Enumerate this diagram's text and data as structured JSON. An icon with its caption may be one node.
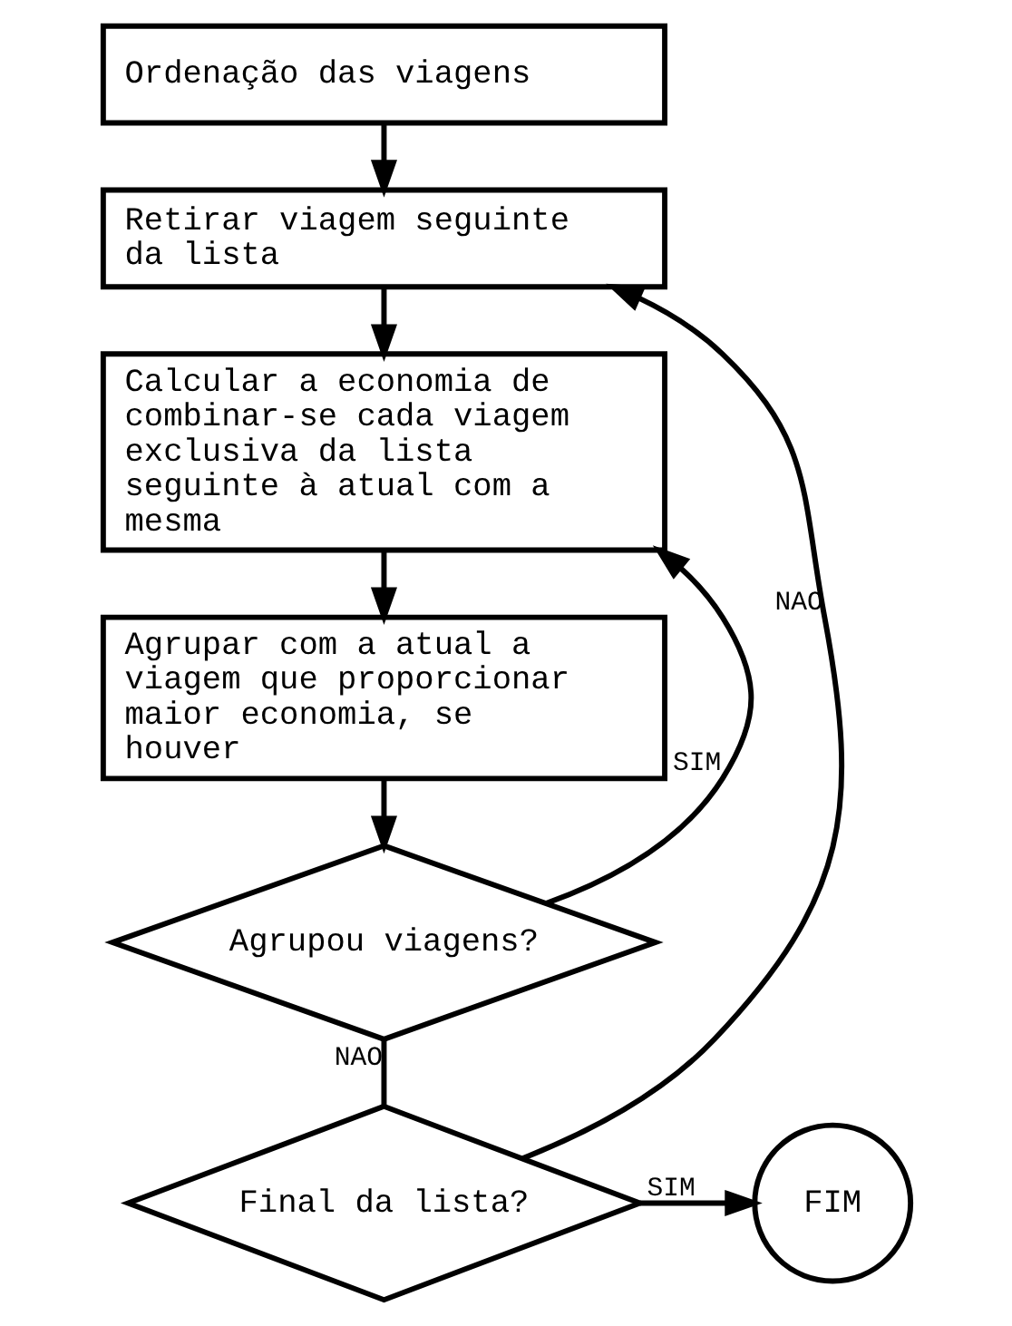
{
  "diagram": {
    "nodes": [
      {
        "text": [
          "Ordenação das viagens"
        ]
      },
      {
        "text": [
          "Retirar viagem seguinte da lista"
        ]
      },
      {
        "text": [
          "Calcular a economia de combinar-se cada viagem exclusiva da lista seguinte à atual com a mesma"
        ]
      },
      {
        "text": [
          "Agrupar com a atual a viagem que proporcionar maior economia, se houver"
        ]
      },
      {
        "text": [
          "Agrupou viagens?"
        ]
      },
      {
        "text": [
          "Final da lista?"
        ]
      },
      {
        "text": [
          "FIM"
        ]
      }
    ],
    "edges": [
      {
        "from": 0,
        "to": 1,
        "arrow": "to"
      },
      {
        "from": 1,
        "to": 2,
        "arrow": "to"
      },
      {
        "from": 2,
        "to": 3,
        "arrow": "to"
      },
      {
        "from": 3,
        "to": 4,
        "arrow": "to"
      },
      {
        "from": 4,
        "to": 2,
        "arrow": "to",
        "label": "SIM"
      },
      {
        "from": 4,
        "to": 5,
        "arrow": "none",
        "label": "NAO"
      },
      {
        "from": 5,
        "to": 1,
        "arrow": "to",
        "label": "NAO"
      },
      {
        "from": 5,
        "to": 6,
        "arrow": "to",
        "label": "SIM"
      }
    ]
  }
}
